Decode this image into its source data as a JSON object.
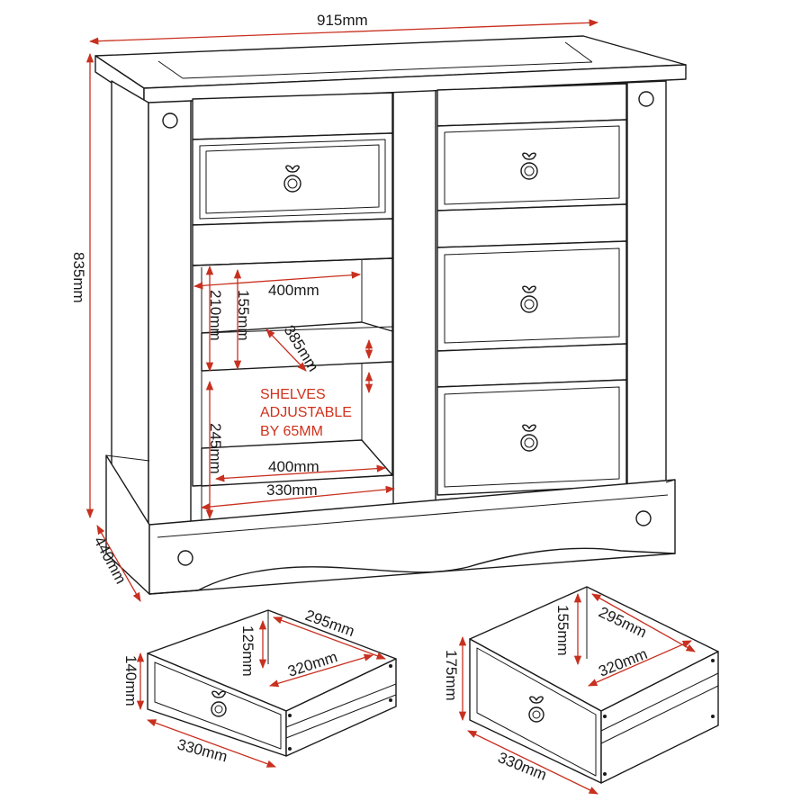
{
  "colors": {
    "line": "#1a1a1a",
    "dimension": "#c8301f",
    "note": "#d0311c",
    "background": "#ffffff"
  },
  "icons": {
    "handle": "drawer-ring-pull-icon",
    "mount": "wall-fixing-hole-icon"
  },
  "sideboard": {
    "width": "915mm",
    "height": "835mm",
    "depth": "440mm",
    "upper_shelf_width": "400mm",
    "upper_shelf_height_outer": "210mm",
    "upper_shelf_height_inner": "155mm",
    "shelf_depth": "385mm",
    "lower_shelf_width": "400mm",
    "lower_shelf_height": "245mm",
    "bottom_inner_width": "330mm",
    "note_line1": "SHELVES",
    "note_line2": "ADJUSTABLE",
    "note_line3": "BY 65MM"
  },
  "small_drawer": {
    "depth_outer": "295mm",
    "inner_height": "125mm",
    "inner_depth": "320mm",
    "height": "140mm",
    "width": "330mm"
  },
  "large_drawer": {
    "inner_height": "155mm",
    "depth_outer": "295mm",
    "inner_depth": "320mm",
    "height": "175mm",
    "width": "330mm"
  }
}
